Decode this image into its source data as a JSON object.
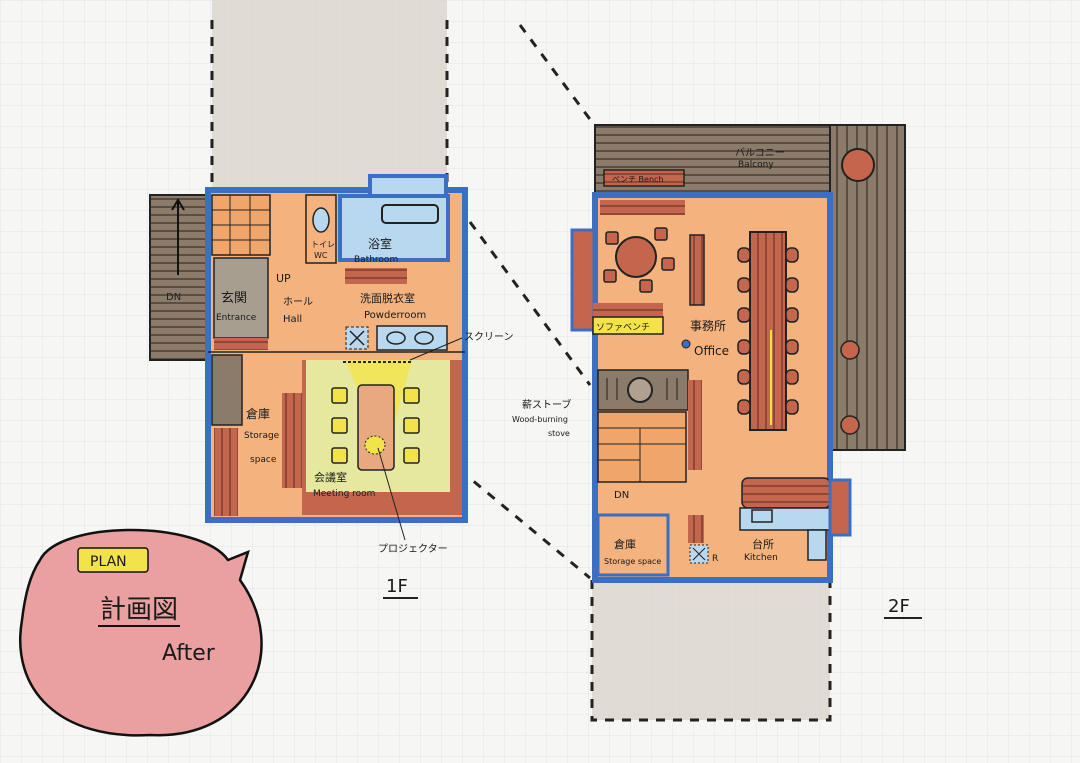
{
  "colors": {
    "paper": "#f6f7f4",
    "grid": "#dde6ea",
    "wall_blue": "#3b6fc4",
    "floor_orange": "#f3b27e",
    "wood_red": "#c4664e",
    "balcony_gray": "#8a7b6a",
    "meeting_yellow": "#e6e8a0",
    "bath_blue": "#b8d8ef",
    "street_beige": "#d8d0c4",
    "bubble_pink": "#eaa0a0",
    "plan_yellow": "#f3e34a"
  },
  "floor1": {
    "title": "1F",
    "stairs_down": "DN",
    "up": "UP",
    "entrance": {
      "jp": "玄関",
      "en": "Entrance"
    },
    "hall": {
      "jp": "ホール",
      "en": "Hall"
    },
    "wc": {
      "jp": "トイレ",
      "en": "WC"
    },
    "bathroom": {
      "jp": "浴室",
      "en": "Bathroom"
    },
    "powderroom": {
      "jp": "洗面脱衣室",
      "en": "Powderroom"
    },
    "storage": {
      "jp": "倉庫",
      "en1": "Storage",
      "en2": "space"
    },
    "meeting": {
      "jp": "会議室",
      "en": "Meeting room"
    },
    "screen_note": "スクリーン",
    "projector_note": "プロジェクター"
  },
  "floor2": {
    "title": "2F",
    "balcony": {
      "jp": "バルコニー",
      "en": "Balcony"
    },
    "bench": "ベンチ Bench",
    "sofa_bench": "ソファベンチ",
    "office": {
      "jp": "事務所",
      "en": "Office"
    },
    "stove": {
      "jp": "薪ストーブ",
      "en1": "Wood-burning",
      "en2": "stove"
    },
    "stairs_down": "DN",
    "storage": {
      "jp": "倉庫",
      "en": "Storage space"
    },
    "fridge": "R",
    "kitchen": {
      "jp": "台所",
      "en": "Kitchen"
    }
  },
  "badge": {
    "tag": "PLAN",
    "title": "計画図",
    "subtitle": "After"
  }
}
